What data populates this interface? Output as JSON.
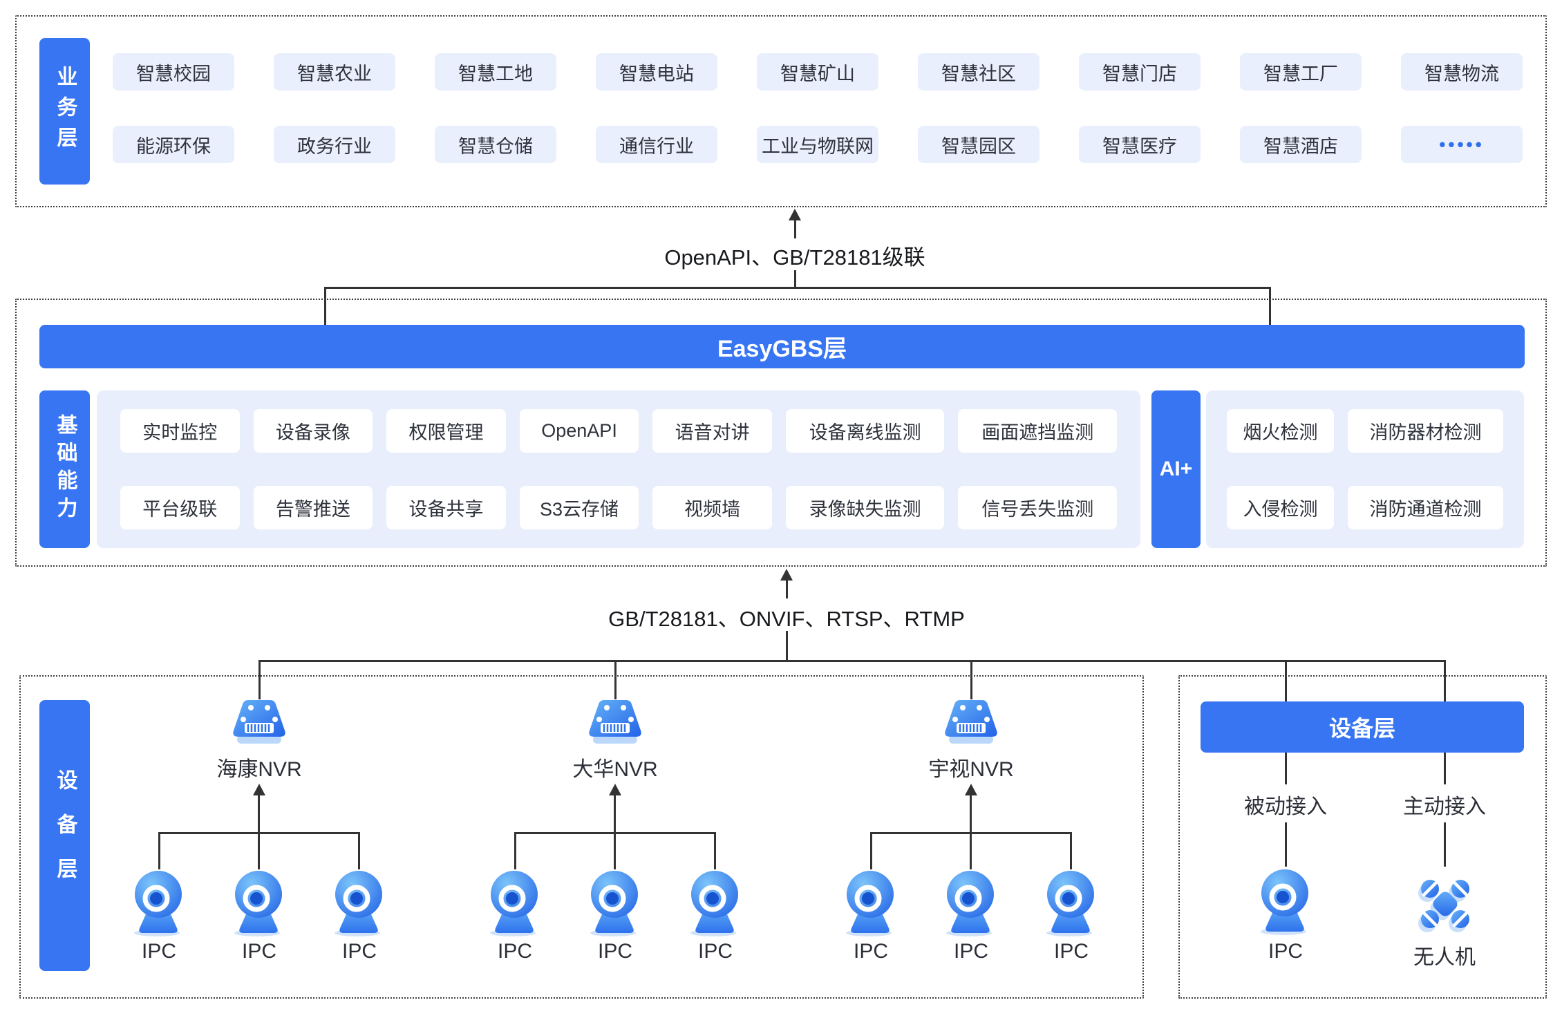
{
  "business": {
    "label": "业务层",
    "row1": [
      "智慧校园",
      "智慧农业",
      "智慧工地",
      "智慧电站",
      "智慧矿山",
      "智慧社区",
      "智慧门店",
      "智慧工厂",
      "智慧物流"
    ],
    "row2": [
      "能源环保",
      "政务行业",
      "智慧仓储",
      "通信行业",
      "工业与物联网",
      "智慧园区",
      "智慧医疗",
      "智慧酒店",
      "•••••"
    ]
  },
  "conn_top": {
    "label": "OpenAPI、GB/T28181级联"
  },
  "platform": {
    "title": "EasyGBS层",
    "side_label": "基础能力",
    "caps1": [
      "实时监控",
      "设备录像",
      "权限管理",
      "OpenAPI",
      "语音对讲",
      "设备离线监测",
      "画面遮挡监测"
    ],
    "caps2": [
      "平台级联",
      "告警推送",
      "设备共享",
      "S3云存储",
      "视频墙",
      "录像缺失监测",
      "信号丢失监测"
    ],
    "ai_label": "AI+",
    "ai1": [
      "烟火检测",
      "消防器材检测"
    ],
    "ai2": [
      "入侵检测",
      "消防通道检测"
    ]
  },
  "conn_bottom": {
    "label": "GB/T28181、ONVIF、RTSP、RTMP"
  },
  "devices": {
    "side_label": "设备层",
    "groups": [
      {
        "name": "海康NVR",
        "ipc": [
          "IPC",
          "IPC",
          "IPC"
        ]
      },
      {
        "name": "大华NVR",
        "ipc": [
          "IPC",
          "IPC",
          "IPC"
        ]
      },
      {
        "name": "宇视NVR",
        "ipc": [
          "IPC",
          "IPC",
          "IPC"
        ]
      }
    ]
  },
  "access": {
    "title": "设备层",
    "items": [
      {
        "mode": "被动接入",
        "device": "IPC"
      },
      {
        "mode": "主动接入",
        "device": "无人机"
      }
    ]
  },
  "colors": {
    "primary_blue": "#3875F2",
    "chip_bg": "#E9EFFD",
    "panel_bg": "#E8EEFC",
    "connector": "#333333",
    "dots_accent": "#2F6FEB"
  }
}
